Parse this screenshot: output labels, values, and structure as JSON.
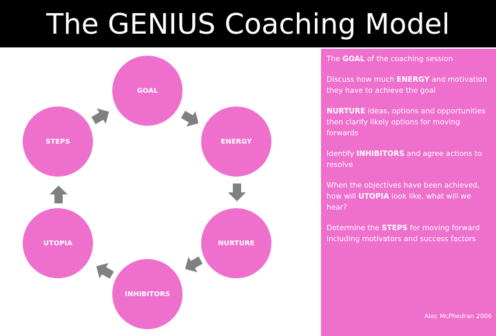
{
  "title": "The GENIUS Coaching Model",
  "colors": {
    "accent": "#ee6fcc",
    "arrow": "#808080",
    "title_bg": "#000000"
  },
  "cycle": {
    "goal": "GOAL",
    "energy": "ENERGY",
    "nurture": "NURTURE",
    "inhibitors": "INHIBITORS",
    "utopia": "UTOPIA",
    "steps": "STEPS"
  },
  "panel": {
    "goal": {
      "pre": "The ",
      "key": "GOAL",
      "post": " of the coaching session"
    },
    "energy": {
      "pre": "Discuss how much ",
      "key": "ENERGY",
      "post": " and motivation they have to achieve the goal"
    },
    "nurture": {
      "pre": "",
      "key": "NURTURE",
      "post": " ideas, options and opportunities then clarify likely options for moving forwards"
    },
    "inhibitors": {
      "pre": "Identify ",
      "key": "INHIBITORS",
      "post": " and agree actions to resolve"
    },
    "utopia": {
      "pre": "When the objectives have been achieved, how will ",
      "key": "UTOPIA",
      "post": " look like, what will we hear?"
    },
    "steps": {
      "pre": "Determine the ",
      "key": "STEPS",
      "post": " for moving forward including motivators and success factors"
    },
    "credit": "Alec McPhedran 2006"
  }
}
